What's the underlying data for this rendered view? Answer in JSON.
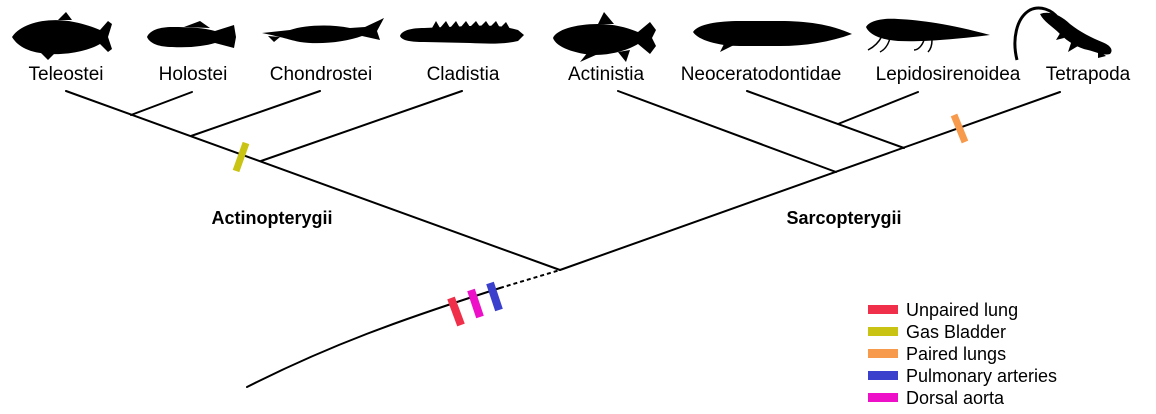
{
  "taxa": [
    {
      "id": "teleostei",
      "label": "Teleostei"
    },
    {
      "id": "holostei",
      "label": "Holostei"
    },
    {
      "id": "chondrostei",
      "label": "Chondrostei"
    },
    {
      "id": "cladistia",
      "label": "Cladistia"
    },
    {
      "id": "actinistia",
      "label": "Actinistia"
    },
    {
      "id": "neoceratodontidae",
      "label": "Neoceratodontidae"
    },
    {
      "id": "lepidosirenoidea",
      "label": "Lepidosirenoidea"
    },
    {
      "id": "tetrapoda",
      "label": "Tetrapoda"
    }
  ],
  "clades": {
    "actinopterygii": "Actinopterygii",
    "sarcopterygii": "Sarcopterygii"
  },
  "legend": [
    {
      "label": "Unpaired lung",
      "color": "#f0304a"
    },
    {
      "label": "Gas Bladder",
      "color": "#c9c414"
    },
    {
      "label": "Paired lungs",
      "color": "#f79a4c"
    },
    {
      "label": "Pulmonary arteries",
      "color": "#3a3fcc"
    },
    {
      "label": "Dorsal aorta",
      "color": "#ee10c8"
    }
  ],
  "markers": [
    {
      "trait": "Unpaired lung",
      "color": "#f0304a"
    },
    {
      "trait": "Dorsal aorta",
      "color": "#ee10c8"
    },
    {
      "trait": "Pulmonary arteries",
      "color": "#3a3fcc"
    },
    {
      "trait": "Gas Bladder",
      "color": "#c9c414"
    },
    {
      "trait": "Paired lungs",
      "color": "#f79a4c"
    }
  ]
}
